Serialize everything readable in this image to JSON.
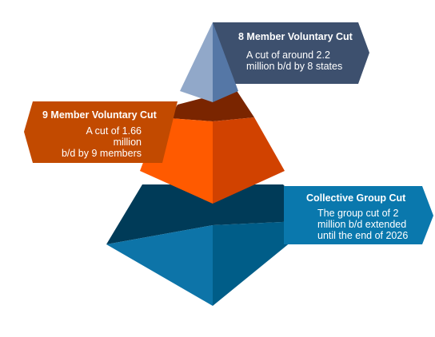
{
  "colors": {
    "top_left_face": "#91a8c9",
    "top_right_face": "#5577a6",
    "top_callout": "#3d506e",
    "middle_top_face": "#7a2500",
    "middle_left_face": "#ff5a00",
    "middle_right_face": "#d14200",
    "middle_callout": "#c24a00",
    "bottom_top_face": "#003b58",
    "bottom_left_face": "#0d74a8",
    "bottom_right_face": "#005d88",
    "bottom_callout": "#0a78ad",
    "callout_text": "#ffffff"
  },
  "tiers": [
    {
      "title": "8 Member Voluntary Cut",
      "description": "A cut of around 2.2\nmillion b/d by 8 states"
    },
    {
      "title": "9 Member Voluntary Cut",
      "description": "A cut of 1.66 million\nb/d by 9 members"
    },
    {
      "title": "Collective Group Cut",
      "description": "The group cut of 2\nmillion b/d extended\nuntil the end of  2026"
    }
  ]
}
